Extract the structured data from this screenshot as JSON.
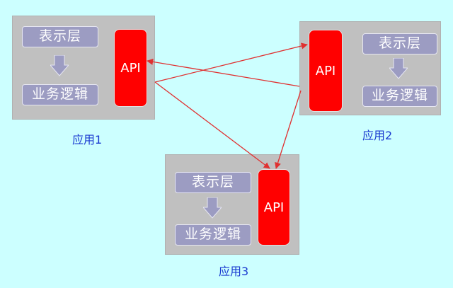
{
  "apps": [
    {
      "id": "app1",
      "label": "应用1",
      "presentation": "表示层",
      "business": "业务逻辑",
      "api": "API"
    },
    {
      "id": "app2",
      "label": "应用2",
      "presentation": "表示层",
      "business": "业务逻辑",
      "api": "API"
    },
    {
      "id": "app3",
      "label": "应用3",
      "presentation": "表示层",
      "business": "业务逻辑",
      "api": "API"
    }
  ],
  "colors": {
    "background": "#ccffff",
    "app_box": "#c0c0c0",
    "layer_box": "#9c9cc2",
    "api_box": "#ff0000",
    "connector": "#e03030",
    "label": "#1a3ad0"
  }
}
